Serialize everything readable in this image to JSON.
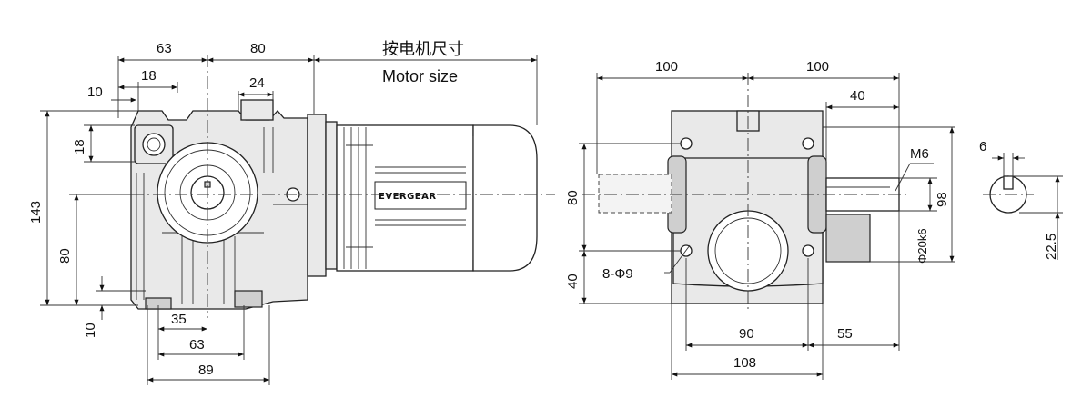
{
  "labels": {
    "motor_size_cn": "按电机尺寸",
    "motor_size_en": "Motor size",
    "brand": "EVERGEAR",
    "shaft_thread": "M6",
    "holes": "8-Φ9",
    "shaft_diameter": "Φ20k6"
  },
  "dims_front": {
    "top_63": "63",
    "top_80": "80",
    "top_18": "18",
    "top_10": "10",
    "top_24": "24",
    "left_18": "18",
    "left_143": "143",
    "left_80": "80",
    "left_10": "10",
    "bottom_35": "35",
    "bottom_63": "63",
    "bottom_89": "89"
  },
  "dims_side": {
    "top_100_left": "100",
    "top_100_right": "100",
    "top_40": "40",
    "left_80": "80",
    "left_40": "40",
    "right_98": "98",
    "bottom_90": "90",
    "bottom_55": "55",
    "bottom_108": "108"
  },
  "dims_key": {
    "key_6": "6",
    "key_22_5": "22.5"
  }
}
